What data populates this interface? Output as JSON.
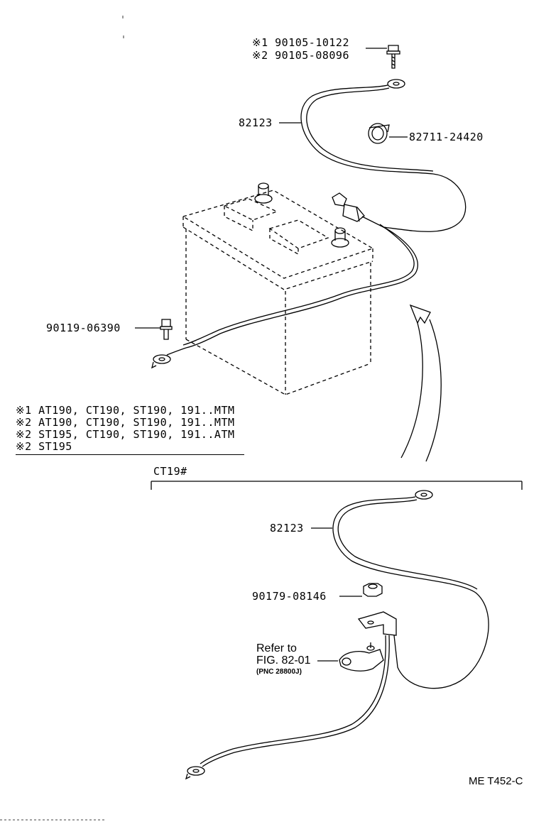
{
  "upper_callouts": {
    "bolt_1": "※1  90105-10122",
    "bolt_2": "※2  90105-08096",
    "cable": "82123",
    "clamp": "82711-24420",
    "hold_bolt": "90119-06390"
  },
  "notes": [
    "※1  AT190, CT190, ST190, 191..MTM",
    "※2  AT190, CT190, ST190, 191..MTM",
    "※2  ST195, CT190, ST190, 191..ATM",
    "※2  ST195"
  ],
  "ct19_section": {
    "title": "CT19#",
    "cable": "82123",
    "nut": "90179-08146",
    "refer_line1": "Refer to",
    "refer_line2": "FIG. 82-01",
    "refer_pnc": "(PNC 28800J)"
  },
  "figure_code": "ME T452-C"
}
